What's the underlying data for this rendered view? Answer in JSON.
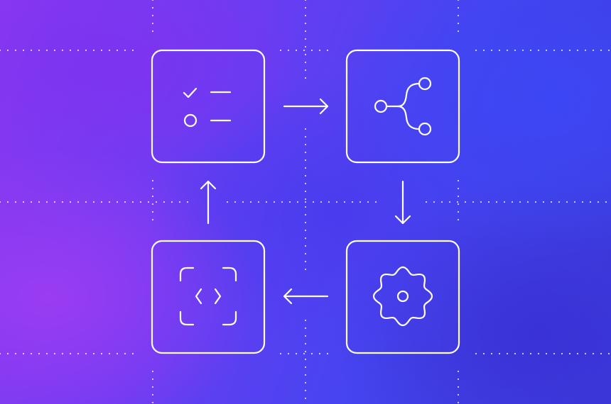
{
  "background": {
    "colors": [
      "#8a38f0",
      "#6a3cf2",
      "#4545f0",
      "#3a3ad8"
    ],
    "pattern": "dotted-grid"
  },
  "line_color": "#ffffff",
  "nodes": [
    {
      "id": "checklist",
      "icon": "checklist-icon"
    },
    {
      "id": "branch",
      "icon": "branch-icon"
    },
    {
      "id": "settings",
      "icon": "gear-icon"
    },
    {
      "id": "code",
      "icon": "code-brackets-icon"
    }
  ],
  "edges": [
    {
      "from": "checklist",
      "to": "branch",
      "direction": "right"
    },
    {
      "from": "branch",
      "to": "settings",
      "direction": "down"
    },
    {
      "from": "settings",
      "to": "code",
      "direction": "left"
    },
    {
      "from": "code",
      "to": "checklist",
      "direction": "up"
    }
  ]
}
